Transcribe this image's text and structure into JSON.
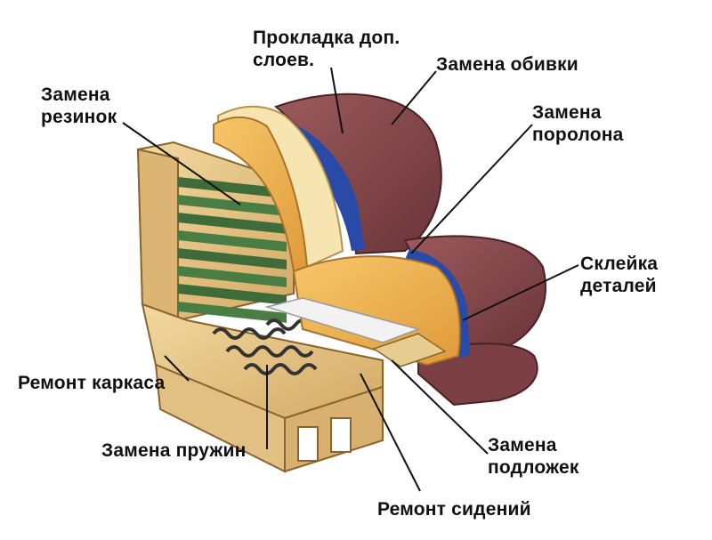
{
  "labels": {
    "prokladka": [
      "Прокладка доп.",
      "слоев."
    ],
    "zamena_obivki": [
      "Замена обивки"
    ],
    "zamena_rezinok": [
      "Замена",
      "резинок"
    ],
    "zamena_porolona": [
      "Замена",
      "поролона"
    ],
    "skleika": [
      "Склейка",
      "деталей"
    ],
    "remont_karkasa": [
      "Ремонт каркаса"
    ],
    "zamena_pruzhin": [
      "Замена пружин"
    ],
    "zamena_podlozhek": [
      "Замена",
      "подложек"
    ],
    "remont_sideniy": [
      "Ремонт сидений"
    ]
  },
  "colors": {
    "wood": "#e8c98a",
    "wood_dark": "#b88a4a",
    "foam": "#f0b24a",
    "foam_light": "#f7e9b0",
    "upholstery": "#8a4b4e",
    "upholstery_dark": "#5e2c31",
    "blue_layer": "#2a4aa8",
    "strap": "#3f6b3a",
    "spring": "#3a3a3a",
    "leader": "#111111"
  }
}
